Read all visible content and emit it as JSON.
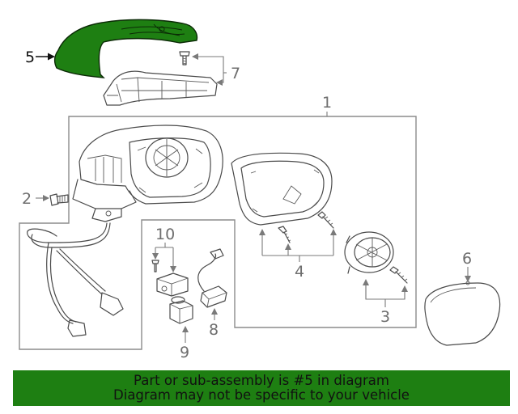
{
  "diagram": {
    "callouts": [
      "1",
      "2",
      "3",
      "4",
      "5",
      "6",
      "7",
      "8",
      "9",
      "10"
    ]
  },
  "banner": {
    "line1": "Part or sub-assembly is #5 in diagram",
    "line2": "Diagram may not be specific to your vehicle",
    "background": "#1e7f12",
    "highlight": "#1e7f12"
  }
}
